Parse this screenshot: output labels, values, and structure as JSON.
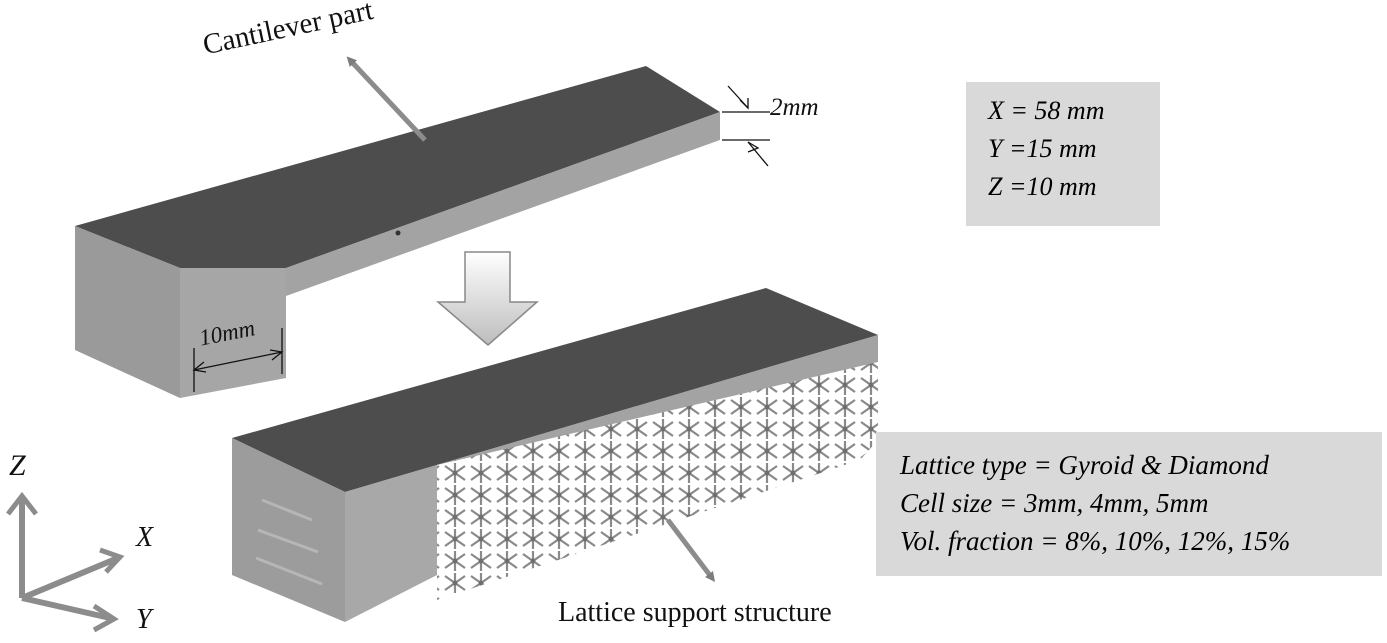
{
  "labels": {
    "cantilever_part": "Cantilever part",
    "thickness": "2mm",
    "width": "10mm",
    "lattice_support": "Lattice support structure"
  },
  "axes": {
    "z": "Z",
    "x": "X",
    "y": "Y"
  },
  "dimensions_box": {
    "lines": [
      "X = 58 mm",
      "Y =15 mm",
      "Z =10 mm"
    ]
  },
  "lattice_box": {
    "lines": [
      "Lattice type = Gyroid & Diamond",
      "Cell size = 3mm, 4mm, 5mm",
      "Vol. fraction = 8%, 10%, 12%, 15%"
    ]
  },
  "colors": {
    "top_face": "#4d4d4d",
    "side_face": "#a6a6a6",
    "front_face": "#9a9a9a",
    "info_box": "#d9d9d9",
    "arrow": "#8c8c8c"
  }
}
